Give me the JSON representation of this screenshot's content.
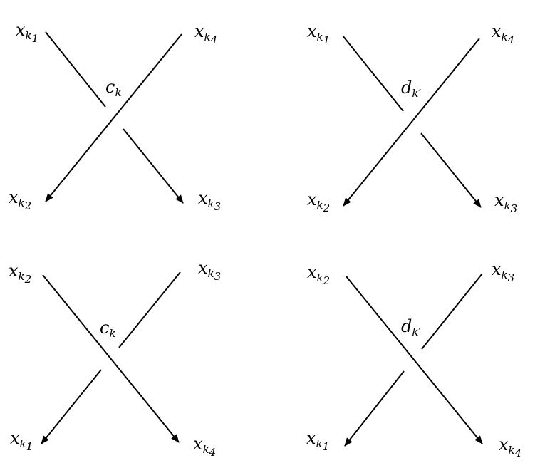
{
  "diagrams": [
    {
      "crossing_label": {
        "base": "c",
        "sub": "k"
      },
      "labels": {
        "top_left": {
          "base": "x",
          "sub": "k",
          "subsub": "1"
        },
        "top_right": {
          "base": "x",
          "sub": "k",
          "subsub": "4"
        },
        "bottom_left": {
          "base": "x",
          "sub": "k",
          "subsub": "2"
        },
        "bottom_right": {
          "base": "x",
          "sub": "k",
          "subsub": "3"
        }
      }
    },
    {
      "crossing_label": {
        "base": "d",
        "sub": "k′"
      },
      "labels": {
        "top_left": {
          "base": "x",
          "sub": "k",
          "subsub": "1"
        },
        "top_right": {
          "base": "x",
          "sub": "k",
          "subsub": "4"
        },
        "bottom_left": {
          "base": "x",
          "sub": "k",
          "subsub": "2"
        },
        "bottom_right": {
          "base": "x",
          "sub": "k",
          "subsub": "3"
        }
      }
    },
    {
      "crossing_label": {
        "base": "c",
        "sub": "k"
      },
      "labels": {
        "top_left": {
          "base": "x",
          "sub": "k",
          "subsub": "2"
        },
        "top_right": {
          "base": "x",
          "sub": "k",
          "subsub": "3"
        },
        "bottom_left": {
          "base": "x",
          "sub": "k",
          "subsub": "1"
        },
        "bottom_right": {
          "base": "x",
          "sub": "k",
          "subsub": "4"
        }
      }
    },
    {
      "crossing_label": {
        "base": "d",
        "sub": "k′"
      },
      "labels": {
        "top_left": {
          "base": "x",
          "sub": "k",
          "subsub": "2"
        },
        "top_right": {
          "base": "x",
          "sub": "k",
          "subsub": "3"
        },
        "bottom_left": {
          "base": "x",
          "sub": "k",
          "subsub": "1"
        },
        "bottom_right": {
          "base": "x",
          "sub": "k",
          "subsub": "4"
        }
      }
    }
  ]
}
